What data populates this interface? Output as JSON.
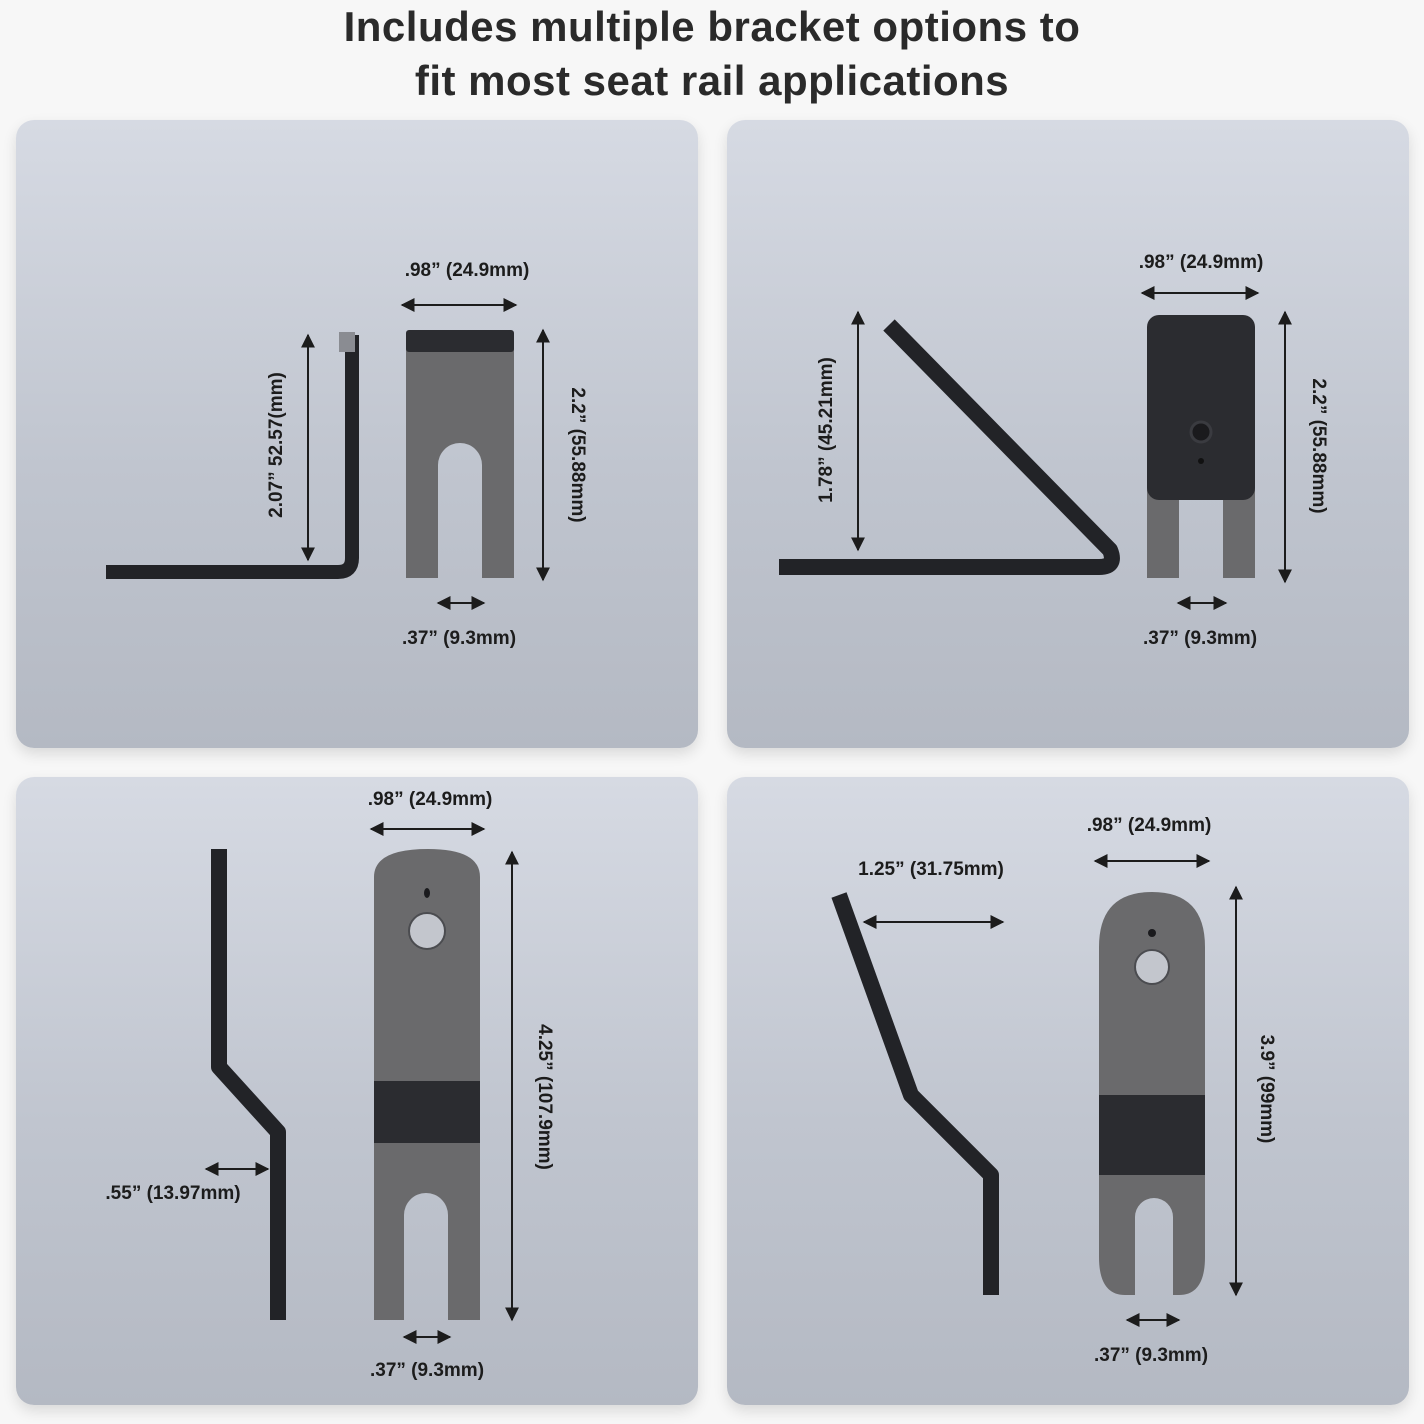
{
  "headline": {
    "line1": "Includes multiple bracket options to",
    "line2": "fit most seat rail applications"
  },
  "panels": [
    {
      "width_label": ".98” (24.9mm)",
      "height_label": "2.2” (55.88mm)",
      "slot_label": ".37” (9.3mm)",
      "side_label": "2.07” 52.57(mm)"
    },
    {
      "width_label": ".98” (24.9mm)",
      "height_label": "2.2” (55.88mm)",
      "slot_label": ".37” (9.3mm)",
      "side_label": "1.78” (45.21mm)"
    },
    {
      "width_label": ".98” (24.9mm)",
      "height_label": "4.25” (107.9mm)",
      "slot_label": ".37” (9.3mm)",
      "side_label": ".55” (13.97mm)"
    },
    {
      "width_label": ".98” (24.9mm)",
      "height_label": "3.9” (99mm)",
      "slot_label": ".37” (9.3mm)",
      "side_label": "1.25” (31.75mm)"
    }
  ],
  "colors": {
    "panel_top": "#d6dae3",
    "panel_bottom": "#b4b9c3",
    "metal_face": "#6b6b6d",
    "metal_dark": "#2b2c30",
    "ink": "#1c1c1c"
  }
}
